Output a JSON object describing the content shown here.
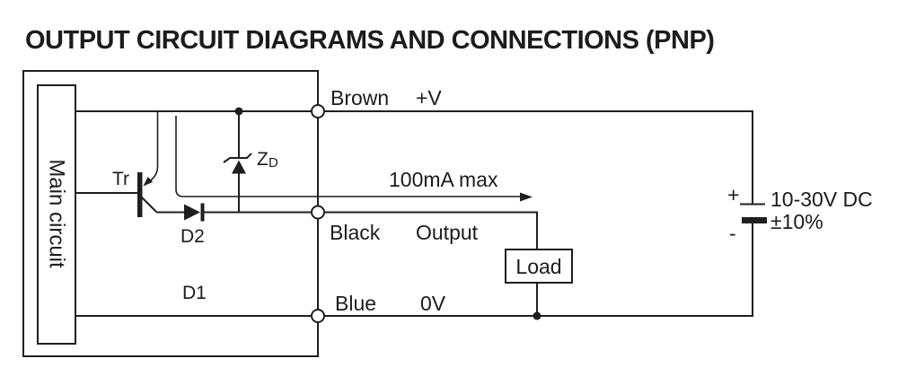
{
  "title": "OUTPUT CIRCUIT DIAGRAMS AND CONNECTIONS (PNP)",
  "diagram": {
    "main_circuit_label": "Main circuit",
    "transistor_label": "Tr",
    "zener_label": {
      "main": "Z",
      "sub": "D"
    },
    "diode1_label": "D1",
    "diode2_label": "D2",
    "current_max_label": "100mA max",
    "load_label": "Load",
    "terminals": {
      "brown": {
        "wire_color": "Brown",
        "signal": "+V"
      },
      "black": {
        "wire_color": "Black",
        "signal": "Output"
      },
      "blue": {
        "wire_color": "Blue",
        "signal": "0V"
      }
    },
    "power_supply": {
      "plus": "+",
      "minus": "-",
      "voltage": "10-30V DC",
      "tolerance": "±10%"
    }
  },
  "colors": {
    "line": "#1f1f1f",
    "background": "#ffffff"
  }
}
